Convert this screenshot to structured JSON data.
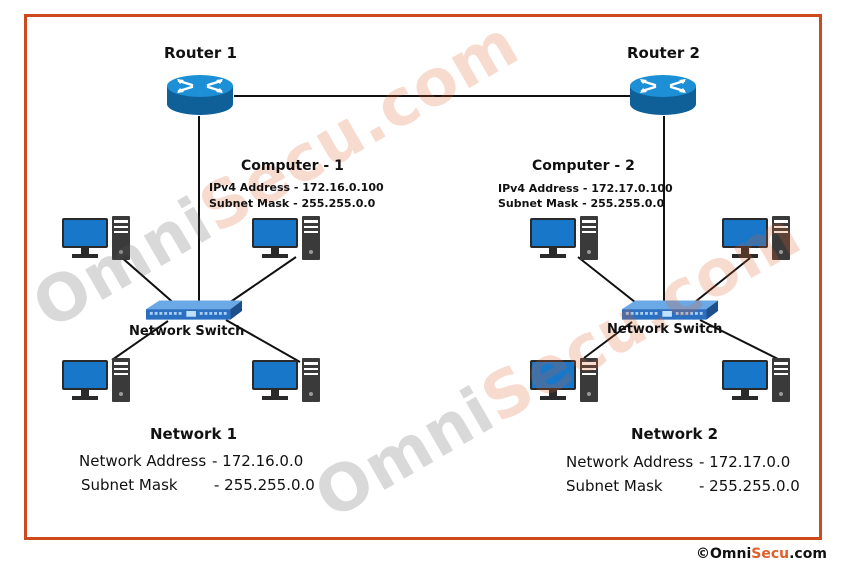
{
  "routers": [
    {
      "name": "Router 1"
    },
    {
      "name": "Router 2"
    }
  ],
  "computers": [
    {
      "title": "Computer - 1",
      "ipv4": "IPv4 Address - 172.16.0.100",
      "mask": "Subnet Mask - 255.255.0.0"
    },
    {
      "title": "Computer - 2",
      "ipv4": "IPv4 Address - 172.17.0.100",
      "mask": "Subnet Mask - 255.255.0.0"
    }
  ],
  "switches": [
    {
      "label": "Network Switch"
    },
    {
      "label": "Network Switch"
    }
  ],
  "networks": [
    {
      "title": "Network 1",
      "address_label": "Network Address",
      "address_value": "- 172.16.0.0",
      "mask_label": "Subnet Mask",
      "mask_value": "- 255.255.0.0"
    },
    {
      "title": "Network 2",
      "address_label": "Network Address",
      "address_value": "- 172.17.0.0",
      "mask_label": "Subnet Mask",
      "mask_value": "- 255.255.0.0"
    }
  ],
  "watermark": {
    "omni": "Omni",
    "secu": "Secu",
    "dotcom": ".com"
  },
  "credit": {
    "symbol": "©",
    "omni": "Omni",
    "secu": "Secu",
    "dotcom": ".com"
  },
  "colors": {
    "frame": "#cc4a1c",
    "router": "#1d8fd6",
    "screen": "#1877c9",
    "accent": "#e0602a"
  }
}
